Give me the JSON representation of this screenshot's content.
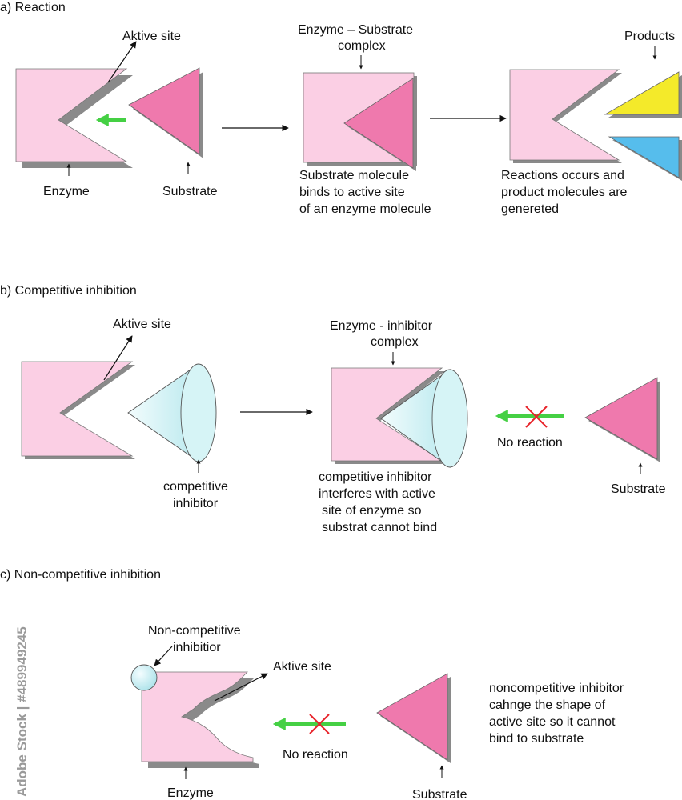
{
  "colors": {
    "enzyme": "#fbcfe4",
    "enzyme_shadow": "#8a8a8a",
    "substrate": "#ef79ad",
    "product_yellow": "#f4ea2a",
    "product_blue": "#56bdec",
    "inhibitor": "#d6f4f6",
    "green_arrow": "#45d044",
    "red_x": "#e8232a",
    "text": "#111111"
  },
  "watermark": "Adobe Stock | #489949245",
  "section_a": {
    "title": "a) Reaction",
    "active_site": "Aktive site",
    "enzyme": "Enzyme",
    "substrate": "Substrate",
    "complex_line1": "Enzyme – Substrate",
    "complex_line2": "complex",
    "desc1_line1": "Substrate molecule",
    "desc1_line2": "binds to active site",
    "desc1_line3": "of an enzyme molecule",
    "products": "Products",
    "desc2_line1": "Reactions occurs and",
    "desc2_line2": "product molecules are",
    "desc2_line3": "genereted"
  },
  "section_b": {
    "title": "b) Competitive inhibition",
    "active_site": "Aktive site",
    "inhibitor_line1": "competitive",
    "inhibitor_line2": "inhibitor",
    "complex_line1": "Enzyme -  inhibitor",
    "complex_line2": "complex",
    "desc_line1": "competitive inhibitor",
    "desc_line2": " interferes with active",
    "desc_line3": "site of enzyme so",
    "desc_line4": "substrat cannot bind",
    "no_reaction": "No reaction",
    "substrate": "Substrate"
  },
  "section_c": {
    "title": "c) Non-competitive inhibition",
    "inhibitor_line1": "Non-competitive",
    "inhibitor_line2": "inhibitior",
    "active_site": "Aktive site",
    "no_reaction": "No reaction",
    "enzyme": "Enzyme",
    "substrate": "Substrate",
    "desc_line1": "noncompetitive inhibitor",
    "desc_line2": "cahnge the shape of",
    "desc_line3": "active site so it cannot",
    "desc_line4": "bind to substrate"
  }
}
